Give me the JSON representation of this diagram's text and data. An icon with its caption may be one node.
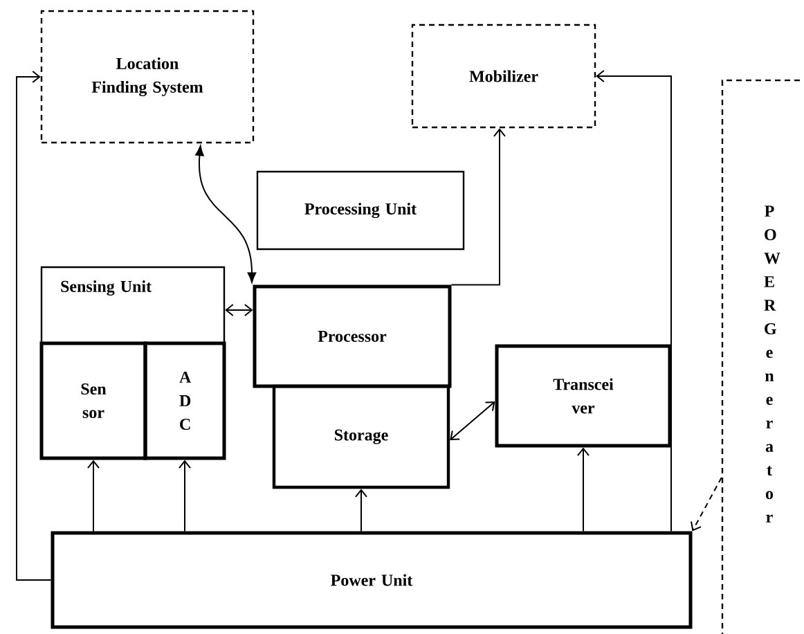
{
  "diagram": {
    "nodes": [
      {
        "text": [
          "Location Finding System"
        ]
      },
      {
        "text": [
          "Mobilizer"
        ]
      },
      {
        "text": [
          "P O W E R G e n e r a t o r"
        ]
      },
      {
        "text": [
          "Processing Unit"
        ]
      },
      {
        "text": [
          "Sensing Unit"
        ]
      },
      {
        "text": [
          "Sen sor"
        ],
        "in": 4
      },
      {
        "text": [
          "A D C"
        ],
        "in": 4
      },
      {
        "text": [
          "Processor"
        ]
      },
      {
        "text": [
          "Storage"
        ]
      },
      {
        "text": [
          "Transcei ver"
        ]
      },
      {
        "text": [
          "Power Unit"
        ]
      }
    ],
    "edges": [
      {
        "from": 10,
        "to": 5,
        "arrow": "to"
      },
      {
        "from": 10,
        "to": 6,
        "arrow": "to"
      },
      {
        "from": 10,
        "to": 8,
        "arrow": "to"
      },
      {
        "from": 10,
        "to": 9,
        "arrow": "to"
      },
      {
        "from": 10,
        "to": 0,
        "arrow": "to"
      },
      {
        "from": 10,
        "to": 1,
        "arrow": "to"
      },
      {
        "from": 7,
        "to": 1,
        "arrow": "to"
      },
      {
        "from": 0,
        "to": 7,
        "arrow": "both"
      },
      {
        "from": 4,
        "to": 7,
        "arrow": "both"
      },
      {
        "from": 8,
        "to": 9,
        "arrow": "both"
      },
      {
        "from": 2,
        "to": 10,
        "arrow": "to",
        "style": "dashed"
      }
    ]
  }
}
